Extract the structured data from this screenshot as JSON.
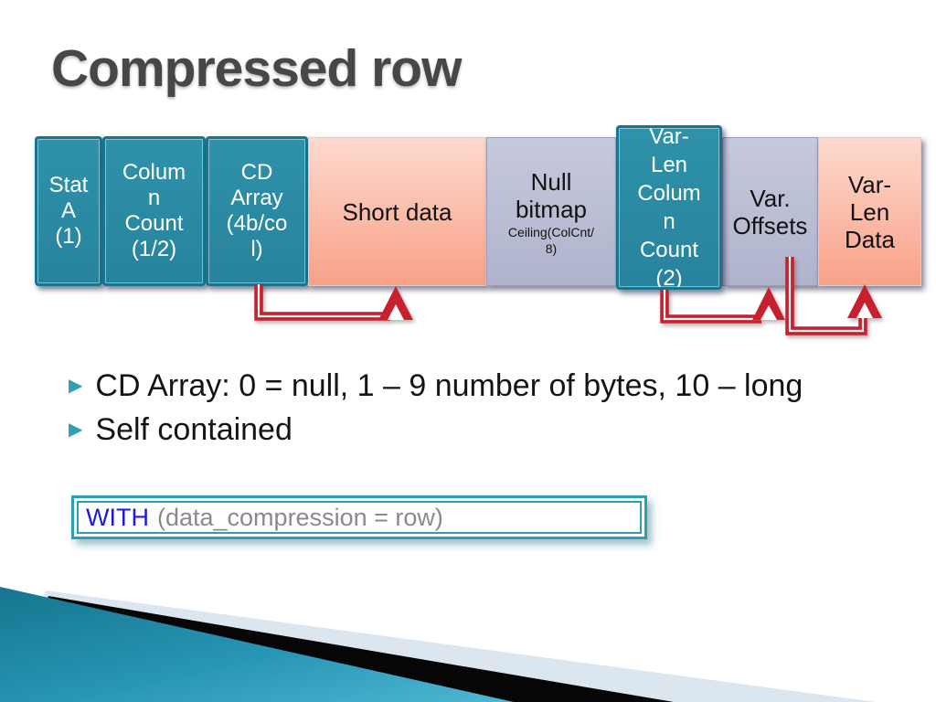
{
  "title": "Compressed row",
  "diagram": {
    "boxes": [
      {
        "name": "stat-a",
        "lines": [
          "Stat",
          "A",
          "(1)"
        ]
      },
      {
        "name": "column-count",
        "lines": [
          "Colum",
          "n",
          "Count",
          "(1/2)"
        ]
      },
      {
        "name": "cd-array",
        "lines": [
          "CD",
          "Array",
          "(4b/co",
          "l)"
        ]
      },
      {
        "name": "short-data",
        "lines": [
          "Short data"
        ]
      },
      {
        "name": "null-bitmap",
        "lines": [
          "Null",
          "bitmap"
        ],
        "sub_lines": [
          "Ceiling(ColCnt/",
          "8)"
        ]
      },
      {
        "name": "var-len-column-count",
        "lines": [
          "Var-",
          "Len",
          "Colum",
          "n",
          "Count",
          "(2)"
        ]
      },
      {
        "name": "var-offsets",
        "lines": [
          "Var.",
          "Offsets"
        ]
      },
      {
        "name": "var-len-data",
        "lines": [
          "Var-",
          "Len",
          "Data"
        ]
      }
    ]
  },
  "bullets": [
    {
      "lines": [
        "CD Array: 0 = null, 1 – 9 number of bytes, 10",
        "– long"
      ]
    },
    {
      "lines": [
        "Self contained"
      ]
    }
  ],
  "code_box": {
    "keyword": "WITH",
    "argument": "(data_compression = row)"
  },
  "colors": {
    "title_gray": "#474747",
    "teal_box": "#2D8CA4",
    "teal_box_border": "#18758F",
    "salmon_top": "#FDDACD",
    "salmon_bottom": "#F8A189",
    "lavender_top": "#C7CADD",
    "lavender_bottom": "#AFB3CC",
    "arrow_red": "#C9202E",
    "bullet_teal": "#2FA0B6",
    "code_border_teal": "#2C9FB4",
    "code_keyword_blue": "#1B1BDC",
    "code_text_gray": "#8A8A8A",
    "decor_teal_dark": "#16758F",
    "decor_teal_light": "#4FB7D3",
    "decor_black": "#060606",
    "decor_pale": "#DCE6EF"
  }
}
